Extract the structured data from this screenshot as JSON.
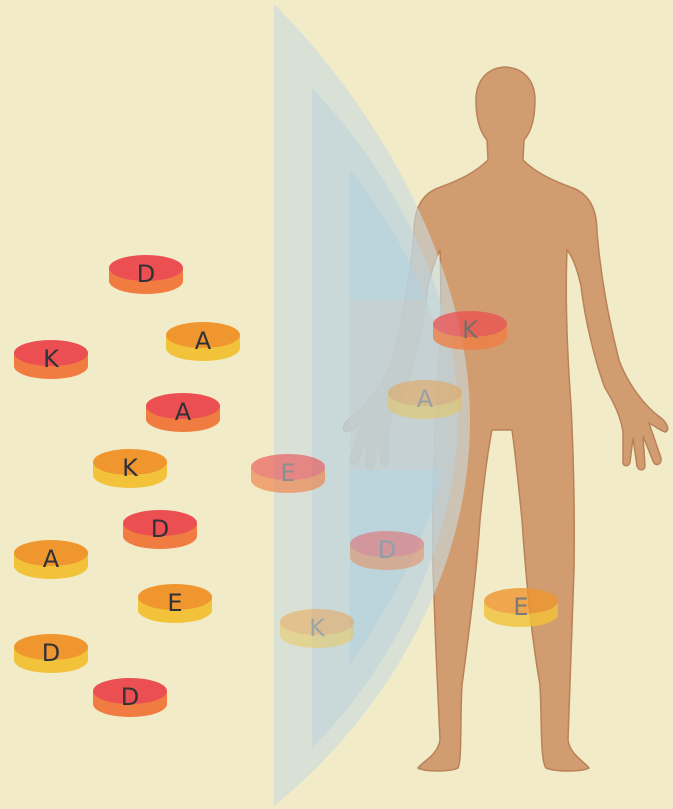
{
  "colors": {
    "background": "#f1ebc8",
    "skin": "#d09c70",
    "skin_edge": "#b9825a",
    "barrier_outer": "#d7e2df",
    "barrier_mid": "#c8dadc",
    "barrier_inner": "#b9d4df",
    "red_top": "#ec4f52",
    "red_side": "#f07c41",
    "orange_top": "#f0962f",
    "orange_side": "#f2c33a",
    "label": "#2f3237"
  },
  "pills_outside": [
    {
      "letter": "D",
      "color": "red"
    },
    {
      "letter": "K",
      "color": "red"
    },
    {
      "letter": "A",
      "color": "orange"
    },
    {
      "letter": "A",
      "color": "red"
    },
    {
      "letter": "K",
      "color": "orange"
    },
    {
      "letter": "D",
      "color": "red"
    },
    {
      "letter": "A",
      "color": "orange"
    },
    {
      "letter": "E",
      "color": "orange"
    },
    {
      "letter": "D",
      "color": "orange"
    },
    {
      "letter": "D",
      "color": "red"
    }
  ],
  "pills_absorbed": [
    {
      "letter": "E",
      "color": "red"
    },
    {
      "letter": "K",
      "color": "orange"
    },
    {
      "letter": "D",
      "color": "red"
    },
    {
      "letter": "A",
      "color": "orange"
    },
    {
      "letter": "K",
      "color": "red"
    },
    {
      "letter": "E",
      "color": "orange"
    }
  ]
}
